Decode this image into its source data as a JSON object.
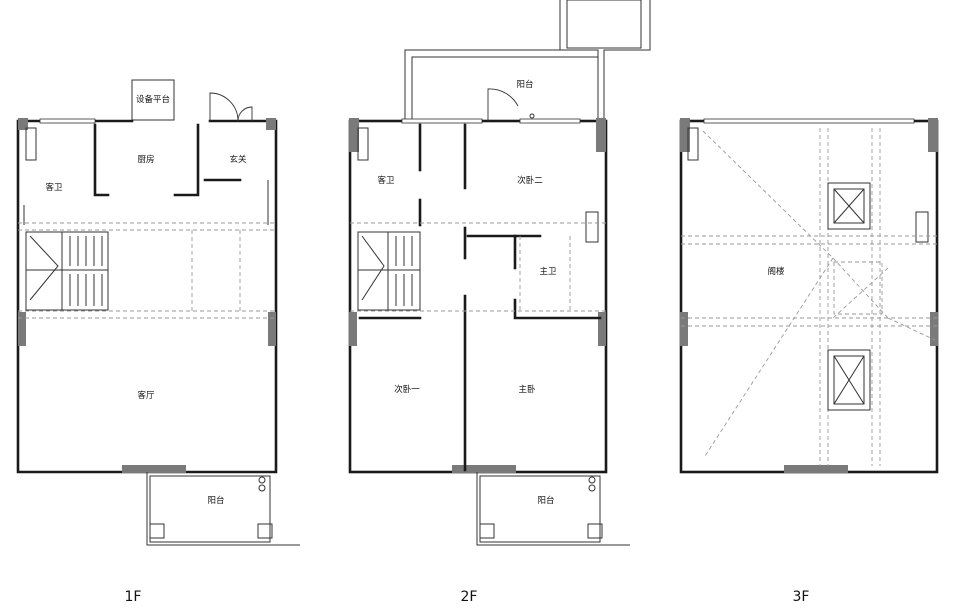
{
  "floors": [
    {
      "label": "1F",
      "rooms": {
        "equipment_platform": "设备平台",
        "kitchen": "厨房",
        "entrance": "玄关",
        "guest_bath": "客卫",
        "living_room": "客厅",
        "balcony": "阳台"
      }
    },
    {
      "label": "2F",
      "rooms": {
        "balcony_top": "阳台",
        "guest_bath": "客卫",
        "second_bedroom_2": "次卧二",
        "master_bath": "主卫",
        "second_bedroom_1": "次卧一",
        "master_bedroom": "主卧",
        "balcony_bottom": "阳台"
      }
    },
    {
      "label": "3F",
      "rooms": {
        "attic": "阁楼"
      }
    }
  ]
}
